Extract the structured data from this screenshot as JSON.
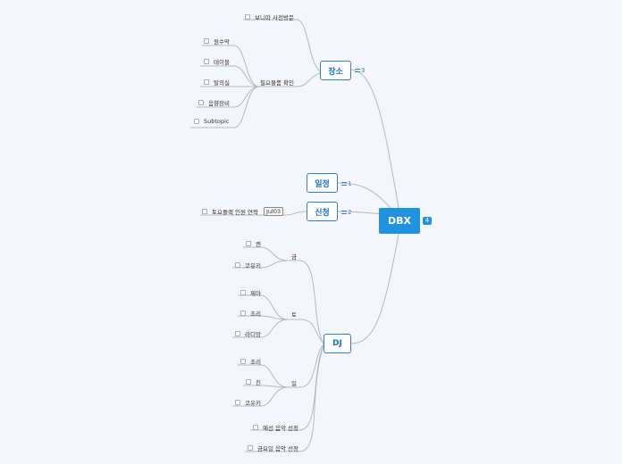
{
  "root": {
    "label": "DBX",
    "badge": "4"
  },
  "branches": {
    "jangso": {
      "label": "장소",
      "count": "3"
    },
    "iljeong": {
      "label": "일정",
      "count": "1"
    },
    "sincheong": {
      "label": "신청",
      "count": "2"
    },
    "dj": {
      "label": "DJ"
    }
  },
  "jangso": {
    "visit": "보니따 사전방문",
    "check_group": "필요물품 확인",
    "items": [
      "원수막",
      "테이블",
      "탈의실",
      "음향장비",
      "Subtopic"
    ]
  },
  "sincheong": {
    "contact": "토요플랙 인원 연락",
    "date_tag": "Jul03"
  },
  "dj": {
    "fri": {
      "label": "금",
      "items": [
        "켄",
        "코유키"
      ]
    },
    "sat": {
      "label": "토",
      "items": [
        "제아",
        "초리",
        "라디앙"
      ]
    },
    "sun": {
      "label": "일",
      "items": [
        "초리",
        "진",
        "코유키"
      ]
    },
    "prelim": "예선 음악 선정",
    "final": "금요일 음악 선정"
  },
  "colors": {
    "root": "#1f92e0",
    "branch_border": "#2f7fcf",
    "link": "#b4b9c2",
    "background": "#f4f6fb"
  }
}
